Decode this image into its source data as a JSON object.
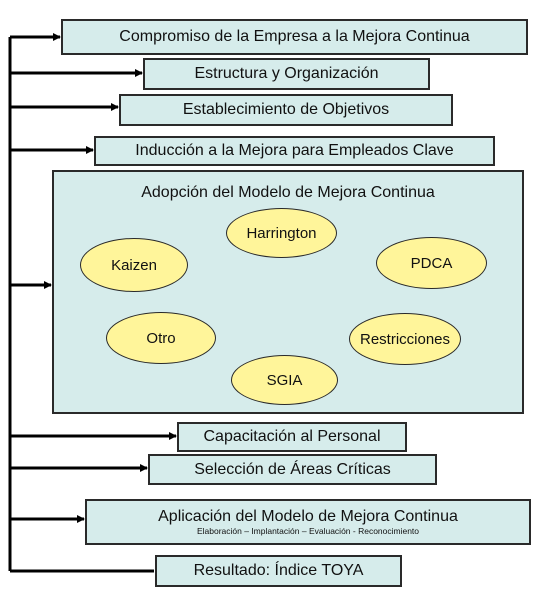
{
  "steps": {
    "compromiso": "Compromiso de la Empresa a la Mejora Continua",
    "estructura": "Estructura y Organización",
    "objetivos": "Establecimiento de Objetivos",
    "induccion": "Inducción a la Mejora para Empleados Clave",
    "capacitacion": "Capacitación al Personal",
    "seleccion": "Selección de Áreas Críticas",
    "aplicacion": "Aplicación del Modelo de Mejora Continua",
    "aplicacion_sub": "Elaboración – Implantación – Evaluación - Reconocimiento",
    "resultado": "Resultado: Índice TOYA"
  },
  "model": {
    "title": "Adopción del Modelo de Mejora Continua",
    "options": {
      "harrington": "Harrington",
      "kaizen": "Kaizen",
      "pdca": "PDCA",
      "otro": "Otro",
      "restricciones": "Restricciones",
      "sgia": "SGIA"
    }
  },
  "colors": {
    "box": "#d6eceb",
    "ellipse": "#fff59a",
    "line": "#000000"
  }
}
